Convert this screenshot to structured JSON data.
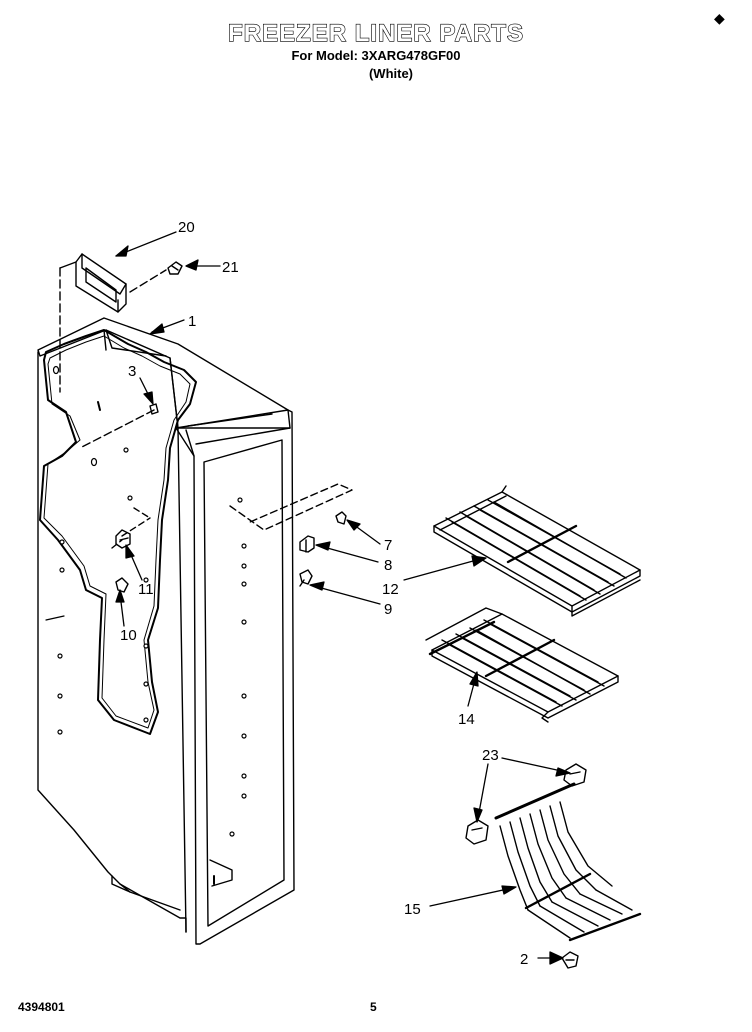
{
  "header": {
    "title": "FREEZER LINER PARTS",
    "model_line": "For Model: 3XARG478GF00",
    "color_line": "(White)",
    "corner_mark": "◆"
  },
  "footer": {
    "doc_number": "4394801",
    "page_number": "5"
  },
  "callouts": {
    "c20": "20",
    "c21": "21",
    "c1": "1",
    "c3": "3",
    "c7": "7",
    "c8": "8",
    "c12": "12",
    "c9": "9",
    "c11": "11",
    "c10": "10",
    "c14": "14",
    "c23": "23",
    "c15": "15",
    "c2": "2"
  }
}
